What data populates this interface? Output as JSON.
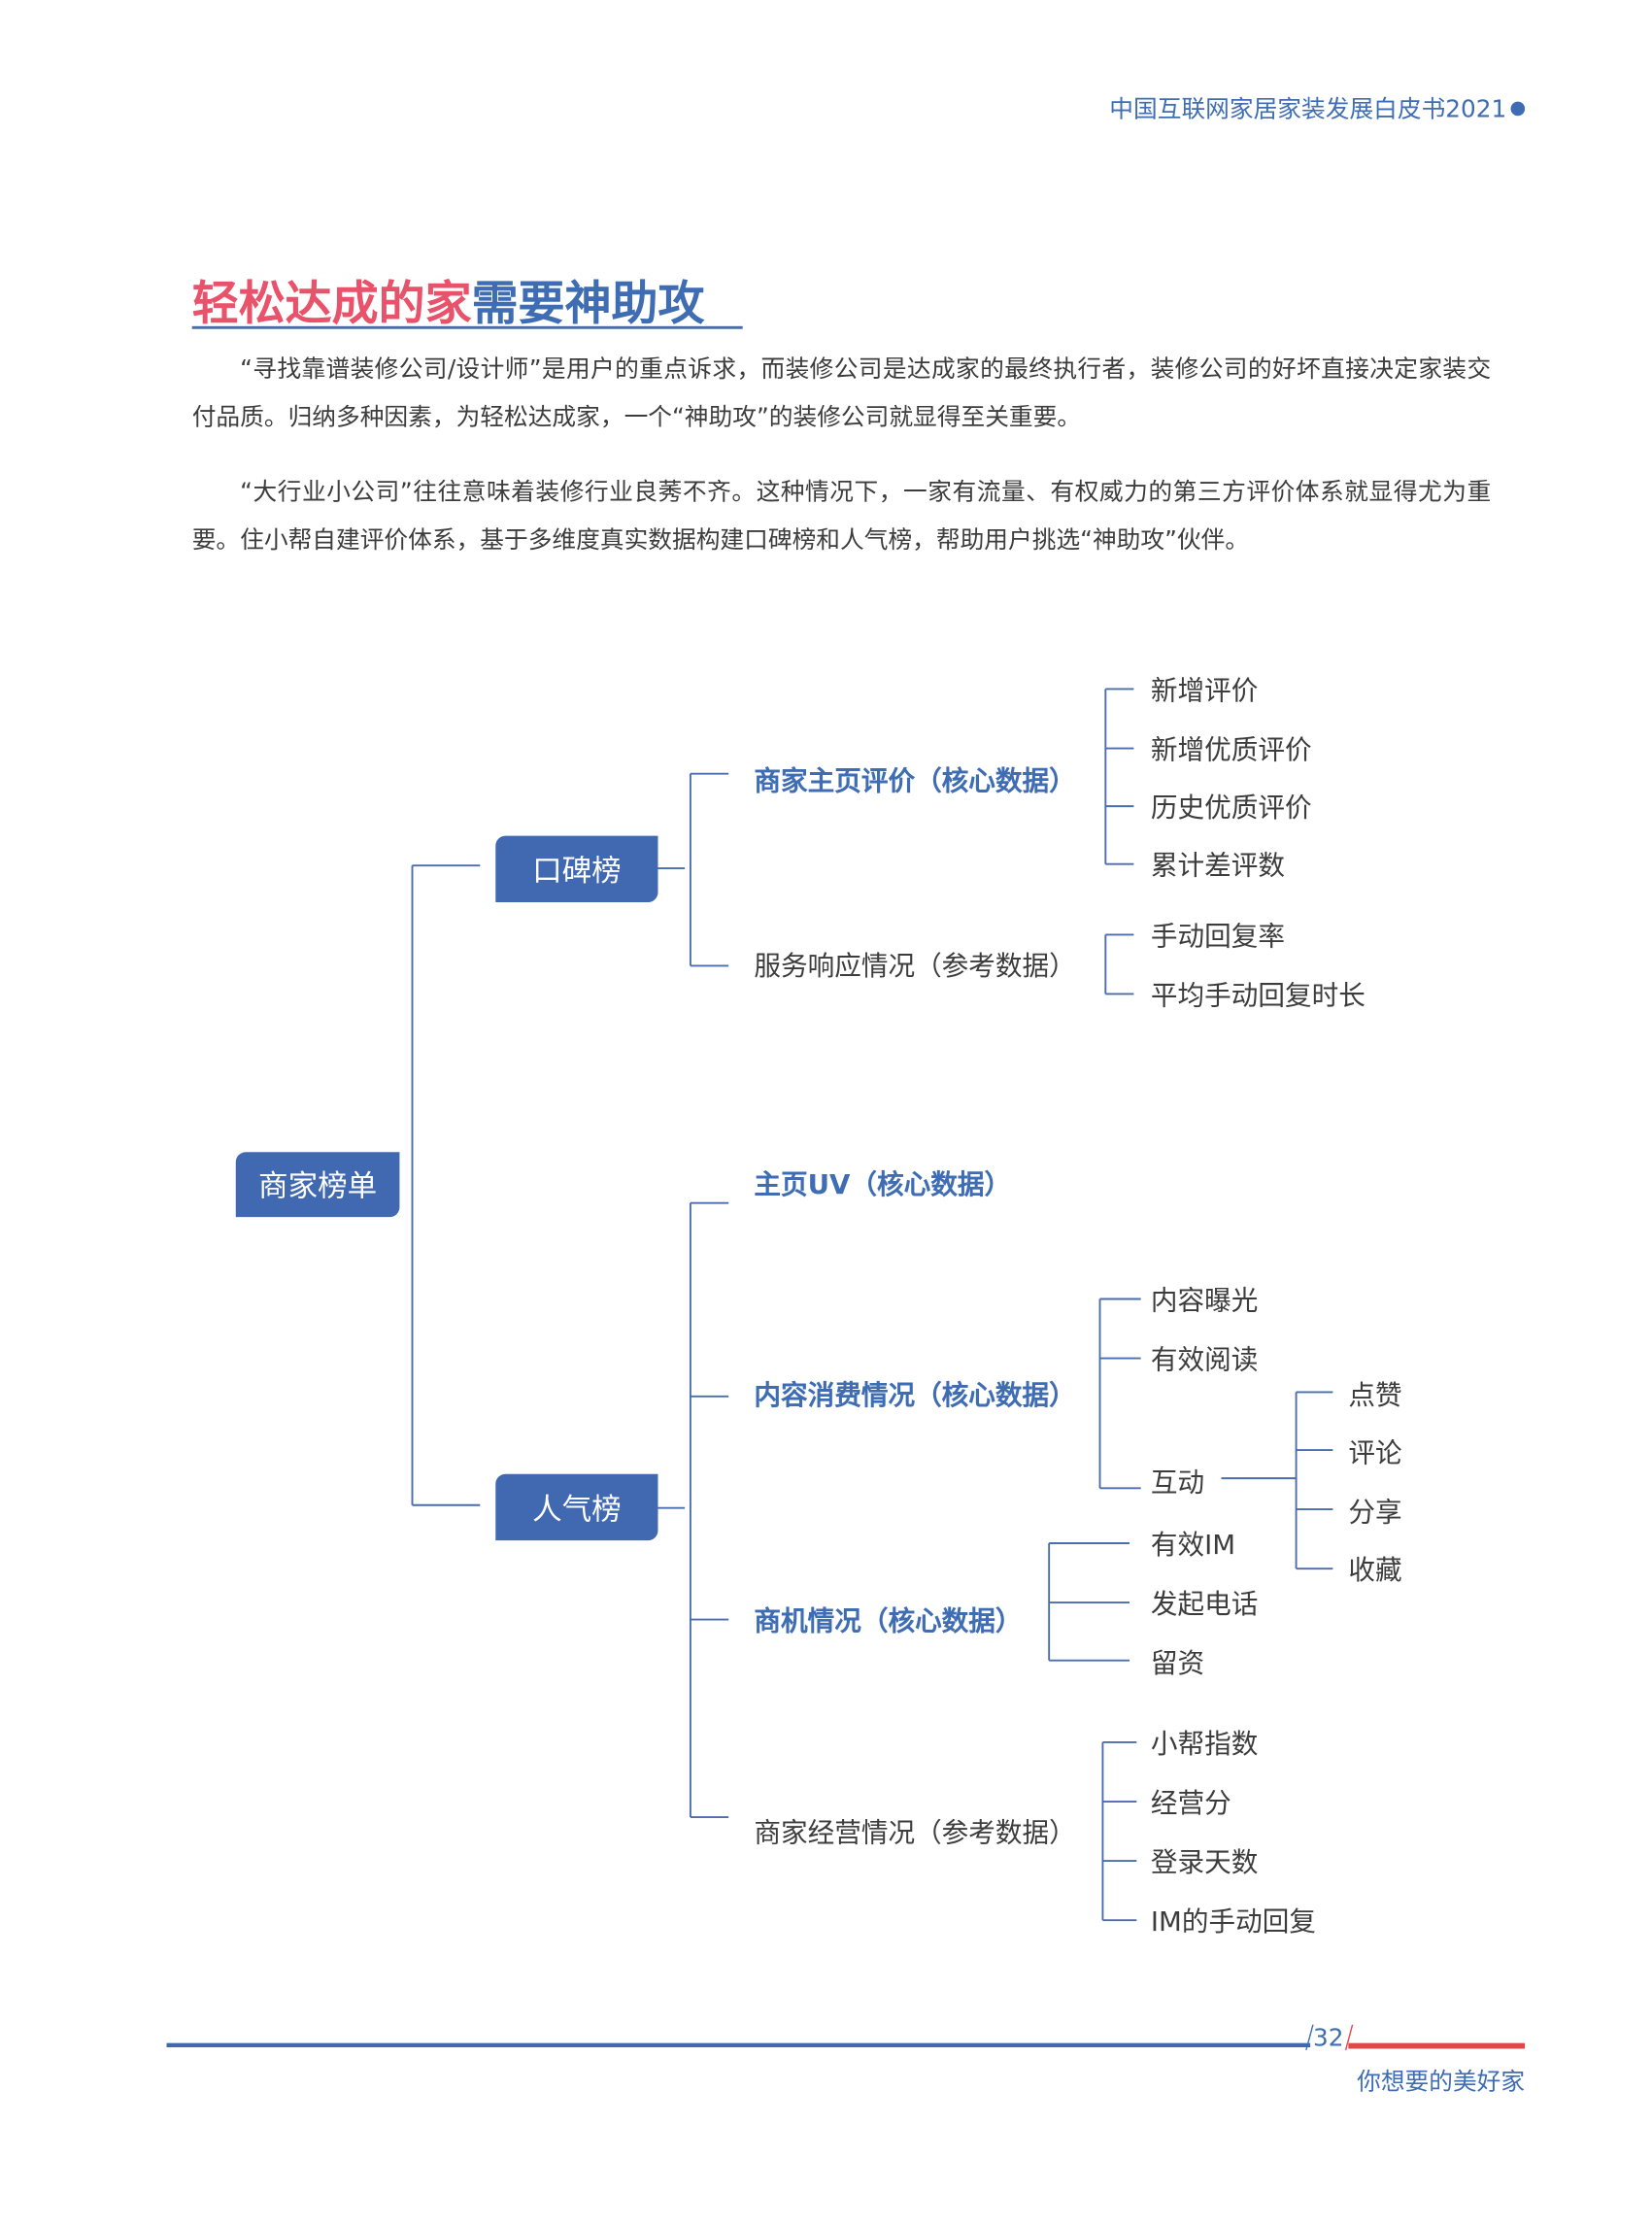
{
  "header": {
    "title": "中国互联网家居家装发展白皮书2021"
  },
  "section": {
    "title_red": "轻松达成的家",
    "title_blue": "需要神助攻",
    "paragraphs": [
      "“寻找靠谱装修公司/设计师”是用户的重点诉求，而装修公司是达成家的最终执行者，装修公司的好坏直接决定家装交付品质。归纳多种因素，为轻松达成家，一个“神助攻”的装修公司就显得至关重要。",
      "“大行业小公司”往往意味着装修行业良莠不齐。这种情况下，一家有流量、有权威力的第三方评价体系就显得尤为重要。住小帮自建评价体系，基于多维度真实数据构建口碑榜和人气榜，帮助用户挑选“神助攻”伙伴。"
    ]
  },
  "diagram": {
    "root": "商家榜单",
    "koubei": {
      "label": "口碑榜",
      "homepage_review": {
        "label": "商家主页评价（核心数据）",
        "items": [
          "新增评价",
          "新增优质评价",
          "历史优质评价",
          "累计差评数"
        ]
      },
      "service": {
        "label": "服务响应情况（参考数据）",
        "items": [
          "手动回复率",
          "平均手动回复时长"
        ]
      }
    },
    "renqi": {
      "label": "人气榜",
      "uv": {
        "label": "主页UV（核心数据）"
      },
      "content": {
        "label": "内容消费情况（核心数据）",
        "items": [
          "内容曝光",
          "有效阅读",
          "互动"
        ],
        "interaction_items": [
          "点赞",
          "评论",
          "分享",
          "收藏"
        ]
      },
      "business": {
        "label": "商机情况（核心数据）",
        "items": [
          "有效IM",
          "发起电话",
          "留资"
        ]
      },
      "operation": {
        "label": "商家经营情况（参考数据）",
        "items": [
          "小帮指数",
          "经营分",
          "登录天数",
          "IM的手动回复"
        ]
      }
    }
  },
  "footer": {
    "page_number": "32",
    "slogan": "你想要的美好家"
  },
  "colors": {
    "blue": "#3f6db4",
    "red": "#e8526a",
    "footer_red": "#e0474a"
  }
}
